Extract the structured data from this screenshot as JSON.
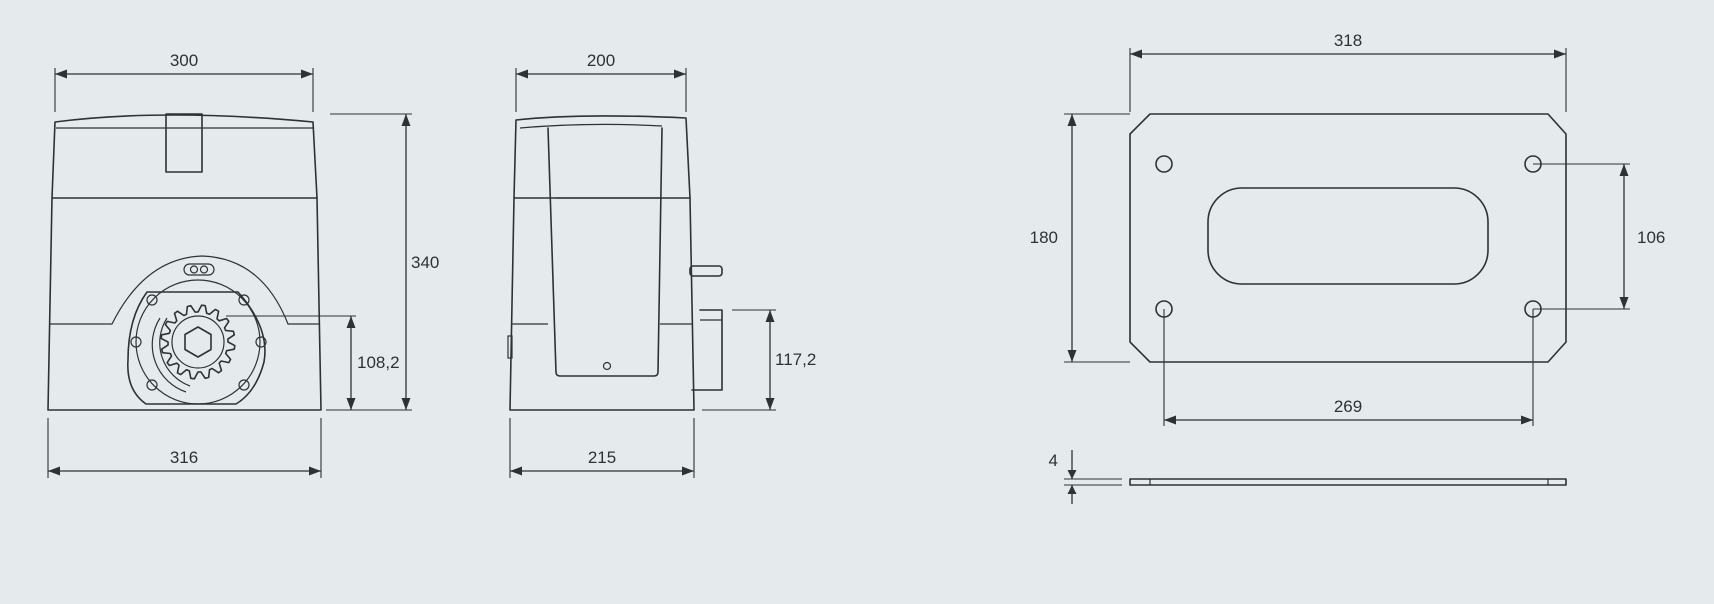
{
  "colors": {
    "background": "#e5ebed",
    "line": "#2d3236"
  },
  "front_view": {
    "width_top": "300",
    "width_base": "316",
    "height_total": "340",
    "pinion_height": "108,2"
  },
  "side_view": {
    "width_top": "200",
    "width_base": "215",
    "bracket_height": "117,2"
  },
  "base_plate": {
    "length": "318",
    "width": "180",
    "hole_spacing_length": "269",
    "hole_spacing_width": "106",
    "thickness": "4"
  }
}
